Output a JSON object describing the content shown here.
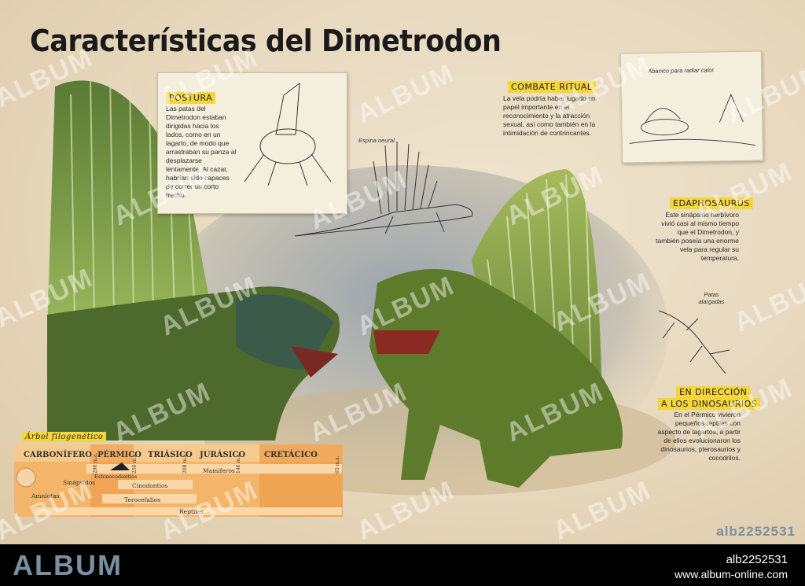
{
  "title": "Características del Dimetrodon",
  "postura": {
    "heading": "POSTURA",
    "text": "Las patas del Dimetrodon estaban dirigidas hacia los lados, como en un lagarto, de modo que arrastraban su panza al desplazarse lentamente. Al cazar, habrían sido capaces de correr un corto trecho."
  },
  "espina_label": "Espina neural",
  "combate": {
    "heading": "COMBATE RITUAL",
    "text": "La vela podría haber jugado un papel importante en el reconocimiento y la atracción sexual, así como también en la intimidación de contrincantes."
  },
  "abanico_label": "Abanico para radiar calor",
  "edaphosaurus": {
    "heading": "EDAPHOSAURUS",
    "text": "Este sinápsido herbívoro vivió casi al mismo tiempo que el Dimetrodon, y también poseía una enorme vela para regular su temperatura."
  },
  "patas_label": "Patas alargadas",
  "direccion": {
    "heading_1": "EN DIRECCIÓN",
    "heading_2": "A LOS DINOSAURIOS",
    "text": "En el Pérmico vivieron pequeños reptiles con aspecto de lagartos, a partir de ellos evolucionaron los dinosaurios, pterosaurios y cocodrilos."
  },
  "arbol": {
    "heading": "Árbol filogenético",
    "eras": [
      "CARBONÍFERO",
      "PÉRMICO",
      "TRIÁSICO",
      "JURÁSICO",
      "CRETÁCICO"
    ],
    "ages": [
      "290 m.a.",
      "250 m.a.",
      "208 m.a.",
      "146 m.a.",
      "65 m.a."
    ],
    "labels": {
      "amniotas": "Amniotas",
      "sinapsidos": "Sinápsidos",
      "esfenocodontios": "Esfenocodontios",
      "mamiferos": "Mamíferos",
      "cinodontios": "Cinodontios",
      "terocefalios": "Terocefalios",
      "reptiles": "Reptiles"
    }
  },
  "watermark": "ALBUM",
  "stamp_id": "alb2252531",
  "footer": {
    "logo": "ALBUM",
    "id": "alb2252531",
    "url": "www.album-online.com"
  }
}
